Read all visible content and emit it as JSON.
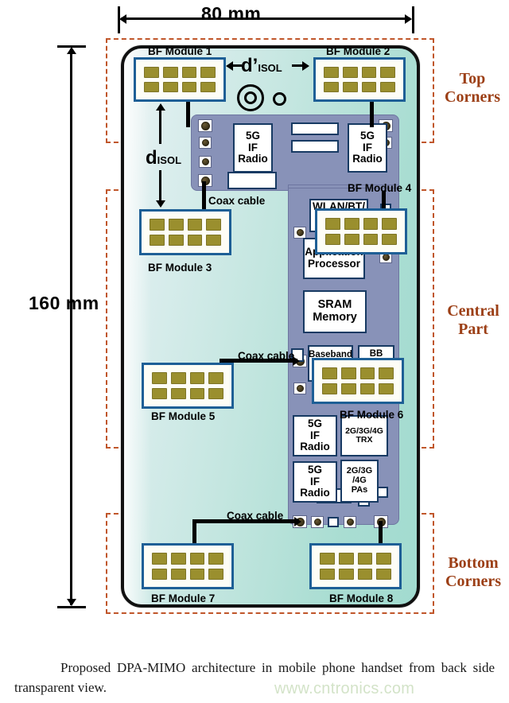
{
  "figure": {
    "caption": "Proposed DPA-MIMO architecture in mobile phone handset from back side transparent view.",
    "watermark": "www.cntronics.com"
  },
  "dimensions": {
    "width_label": "80 mm",
    "height_label": "160 mm"
  },
  "regions": [
    {
      "id": "top-corners",
      "label": "Top\nCorners"
    },
    {
      "id": "central-part",
      "label": "Central\nPart"
    },
    {
      "id": "bottom-corners",
      "label": "Bottom\nCorners"
    }
  ],
  "isolation": {
    "d_prime": {
      "symbol": "d’",
      "subscript": "ISOL"
    },
    "d": {
      "symbol": "d",
      "subscript": "ISOL"
    }
  },
  "bf_modules": [
    {
      "id": 1,
      "label": "BF Module 1"
    },
    {
      "id": 2,
      "label": "BF Module 2"
    },
    {
      "id": 3,
      "label": "BF Module 3"
    },
    {
      "id": 4,
      "label": "BF Module 4"
    },
    {
      "id": 5,
      "label": "BF Module 5"
    },
    {
      "id": 6,
      "label": "BF Module 6"
    },
    {
      "id": 7,
      "label": "BF Module 7"
    },
    {
      "id": 8,
      "label": "BF Module 8"
    }
  ],
  "pcb_chips": [
    {
      "id": "if-radio-1",
      "label": "5G\nIF Radio"
    },
    {
      "id": "if-radio-2",
      "label": "5G\nIF Radio"
    },
    {
      "id": "if-radio-3",
      "label": "5G\nIF Radio"
    },
    {
      "id": "if-radio-4",
      "label": "5G\nIF Radio"
    },
    {
      "id": "wlan-bt",
      "label": "WLAN/BT/"
    },
    {
      "id": "app-proc",
      "label": "Application\nProcessor"
    },
    {
      "id": "sram",
      "label": "SRAM\nMemory"
    },
    {
      "id": "baseband",
      "label": "Baseband\nPr"
    },
    {
      "id": "bb",
      "label": "BB"
    },
    {
      "id": "trx",
      "label": "2G/3G/4G\nTRX"
    },
    {
      "id": "pas",
      "label": "2G/3G\n/4G\nPAs"
    }
  ],
  "cables": [
    {
      "id": "coax-1",
      "label": "Coax cable"
    },
    {
      "id": "coax-2",
      "label": "Coax cable"
    },
    {
      "id": "coax-3",
      "label": "Coax cable"
    }
  ],
  "colors": {
    "region_dash": "#c0562a",
    "region_text": "#9c3f16",
    "pcb": "#8892b8",
    "antenna_patch": "#9a8f2e",
    "bf_border": "#1e5f96",
    "chip_border": "#173a63",
    "body_outline": "#111111"
  }
}
